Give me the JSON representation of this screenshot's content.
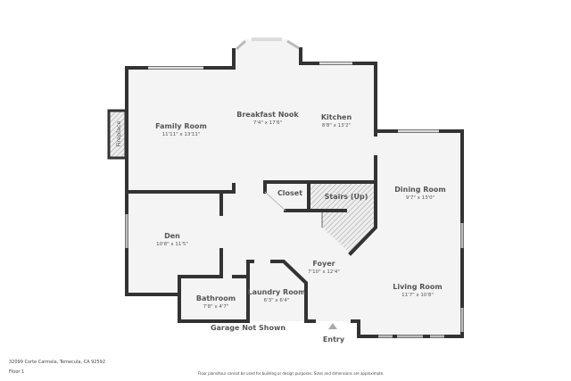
{
  "rooms": {
    "family_room": {
      "name": "Family Room",
      "dims": "11'11\" x 13'11\""
    },
    "breakfast_nook": {
      "name": "Breakfast Nook",
      "dims": "7'4\" x 17'6\""
    },
    "kitchen": {
      "name": "Kitchen",
      "dims": "8'8\" x 13'2\""
    },
    "fireplace": {
      "name": "Fireplace"
    },
    "closet": {
      "name": "Closet"
    },
    "stairs": {
      "name": "Stairs (Up)"
    },
    "dining_room": {
      "name": "Dining Room",
      "dims": "9'7\" x 13'0\""
    },
    "den": {
      "name": "Den",
      "dims": "10'8\" x 11'5\""
    },
    "foyer": {
      "name": "Foyer",
      "dims": "7'10\" x 12'4\""
    },
    "living_room": {
      "name": "Living Room",
      "dims": "11'7\" x 10'8\""
    },
    "bathroom": {
      "name": "Bathroom",
      "dims": "7'8\" x 4'7\""
    },
    "laundry_room": {
      "name": "Laundry Room",
      "dims": "6'3\" x 6'4\""
    }
  },
  "labels": {
    "garage": "Garage Not Shown",
    "entry": "Entry"
  },
  "footer": {
    "address": "32099 Corte Carmela, Temecula, CA 92592",
    "floor": "Floor 1",
    "disclaimer": "Floor plans/tour cannot be used for building or design purposes. Sizes and dimensions are approximate."
  },
  "colors": {
    "floor": "#f4f4f4",
    "wall": "#333333",
    "hatch": "#999999"
  }
}
